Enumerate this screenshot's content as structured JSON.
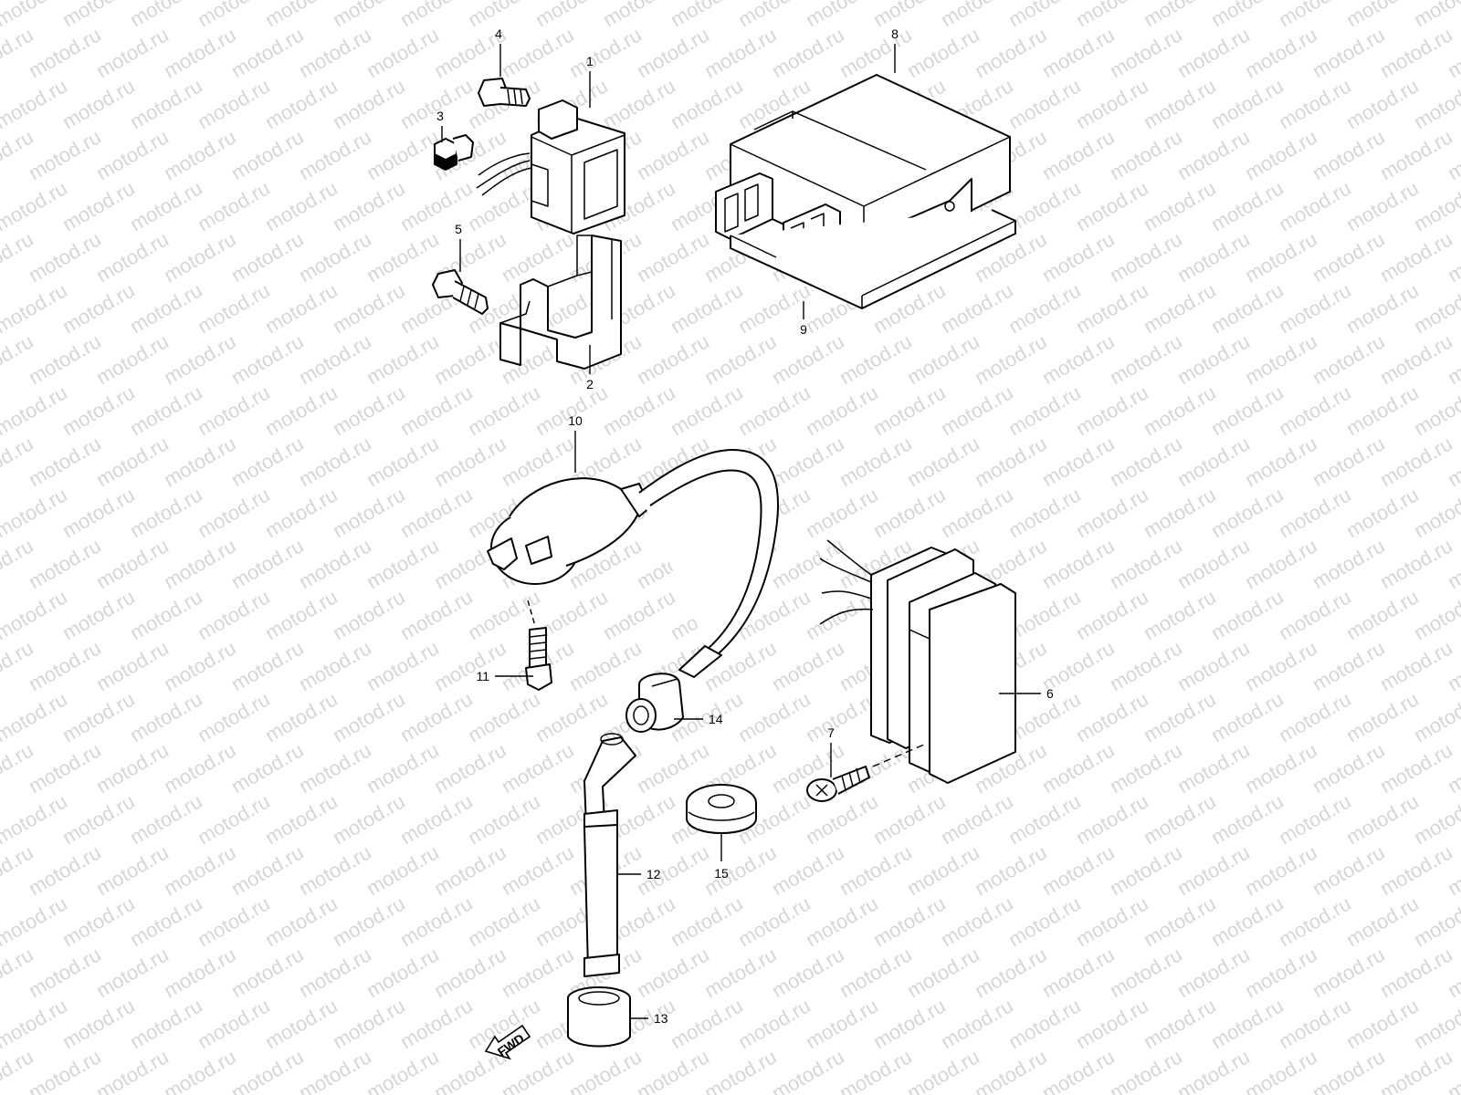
{
  "watermark": {
    "text": "motod.ru"
  },
  "callouts": {
    "c1": "1",
    "c2": "2",
    "c3": "3",
    "c4": "4",
    "c5": "5",
    "c6": "6",
    "c7": "7",
    "c8": "8",
    "c9": "9",
    "c10": "10",
    "c11": "11",
    "c12": "12",
    "c13": "13",
    "c14": "14",
    "c15": "15"
  },
  "fwd": {
    "label": "FWD"
  }
}
